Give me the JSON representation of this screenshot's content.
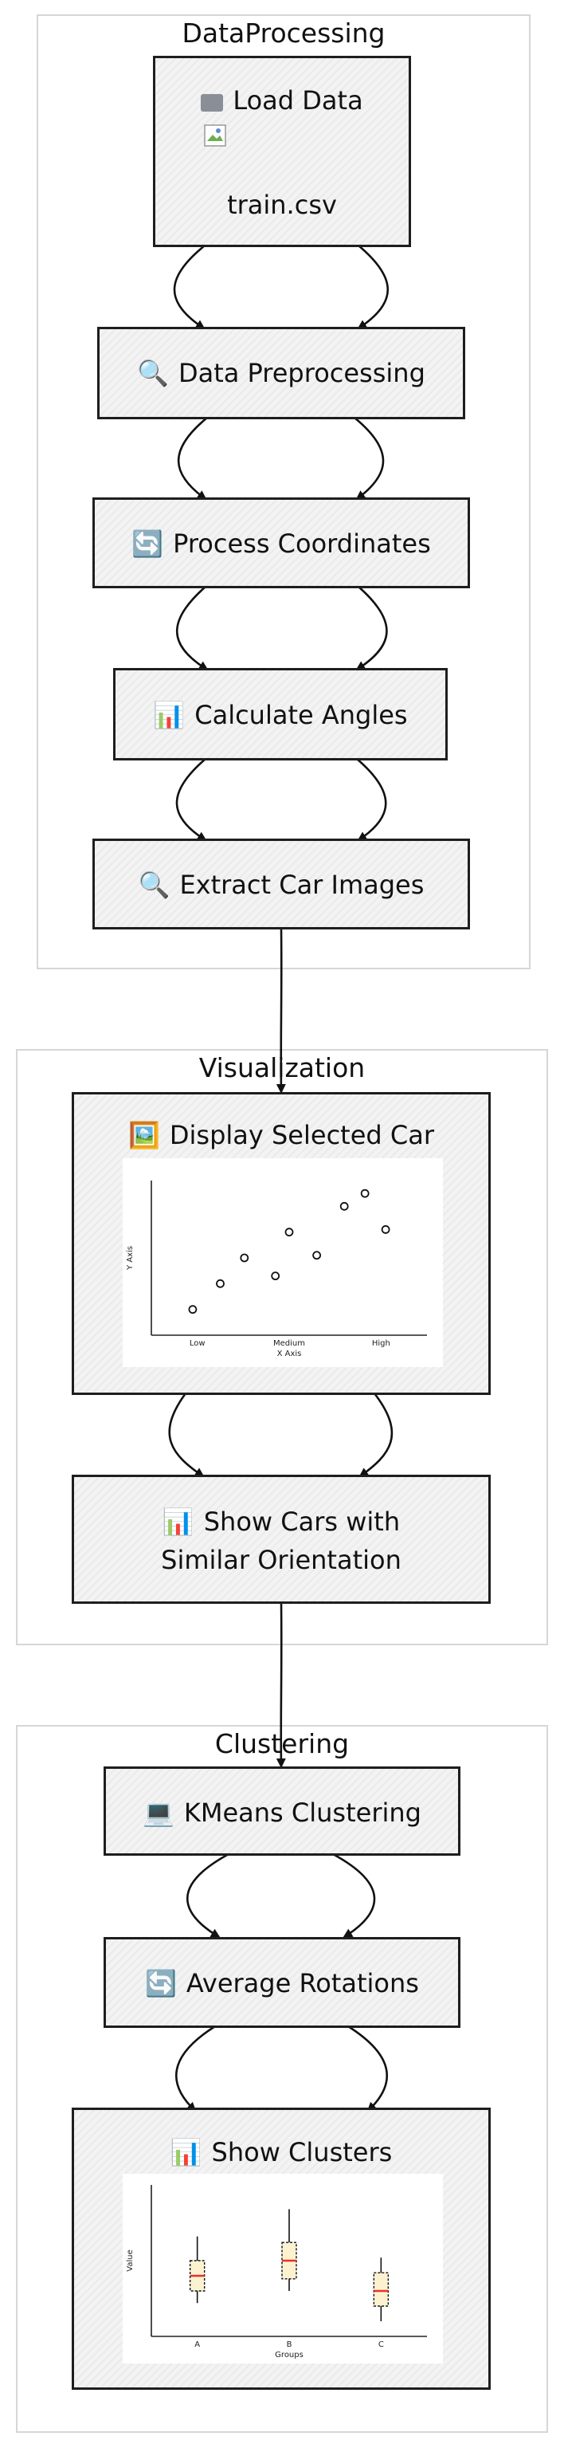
{
  "clusters": {
    "data_processing": "DataProcessing",
    "visualization": "Visualization",
    "clustering": "Clustering"
  },
  "nodes": {
    "load_data": {
      "label": "Load Data",
      "file": "train.csv",
      "icon": "folder-icon"
    },
    "data_preprocessing": {
      "label": "Data Preprocessing",
      "icon": "magnifier-icon"
    },
    "process_coordinates": {
      "label": "Process Coordinates",
      "icon": "refresh-icon"
    },
    "calculate_angles": {
      "label": "Calculate Angles",
      "icon": "bar-chart-icon"
    },
    "extract_car_images": {
      "label": "Extract Car Images",
      "icon": "magnifier-icon"
    },
    "display_selected_car": {
      "label": "Display Selected Car",
      "icon": "picture-icon"
    },
    "show_similar": {
      "label": "Show Cars with\nSimilar Orientation",
      "icon": "bar-chart-icon"
    },
    "kmeans": {
      "label": "KMeans Clustering",
      "icon": "laptop-icon"
    },
    "average_rotations": {
      "label": "Average Rotations",
      "icon": "refresh-icon"
    },
    "show_clusters": {
      "label": "Show Clusters",
      "icon": "bar-chart-icon"
    }
  },
  "chart_data": [
    {
      "type": "scatter",
      "xlabel": "X Axis",
      "ylabel": "Y Axis",
      "categories": [
        "Low",
        "Medium",
        "High"
      ],
      "x": [
        0.6,
        1.0,
        1.35,
        1.8,
        2.0,
        2.4,
        2.8,
        3.1,
        3.4
      ],
      "y": [
        1.0,
        2.0,
        3.0,
        2.3,
        4.0,
        3.1,
        5.0,
        5.5,
        4.1
      ],
      "xlim": [
        0,
        4
      ],
      "ylim": [
        0,
        6
      ],
      "grid": false
    },
    {
      "type": "box",
      "xlabel": "Groups",
      "ylabel": "Value",
      "categories": [
        "A",
        "B",
        "C"
      ],
      "boxes": [
        {
          "name": "A",
          "whisker_low": 2.2,
          "q1": 3.0,
          "median": 4.0,
          "q3": 5.0,
          "whisker_high": 6.6
        },
        {
          "name": "B",
          "whisker_low": 3.0,
          "q1": 3.8,
          "median": 5.0,
          "q3": 6.2,
          "whisker_high": 8.4
        },
        {
          "name": "C",
          "whisker_low": 1.0,
          "q1": 2.0,
          "median": 3.0,
          "q3": 4.2,
          "whisker_high": 5.2
        }
      ],
      "ylim": [
        0,
        10
      ],
      "colors": {
        "box_fill": "#fdf2d0",
        "median": "#e8302a"
      }
    }
  ],
  "colors": {
    "node_border": "#1e1e1e",
    "node_fill": "#f3f3f3",
    "cluster_border": "#d6d6d6",
    "edge": "#111111"
  }
}
